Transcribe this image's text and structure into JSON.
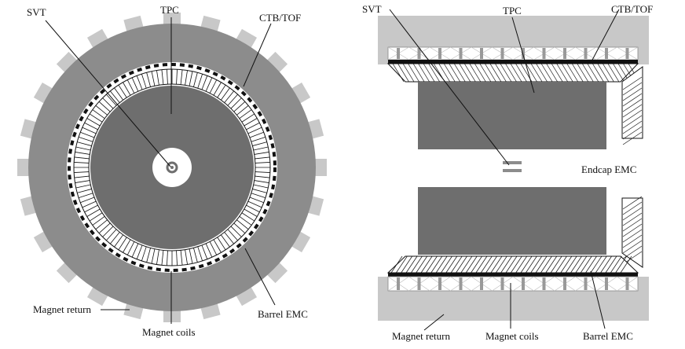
{
  "colors": {
    "return_yoke": "#c8c8c8",
    "coil_ring": "#8c8c8c",
    "tpc": "#6e6e6e",
    "emc_line": "#222222",
    "background": "#ffffff"
  },
  "end_view": {
    "labels": {
      "svt": "SVT",
      "tpc": "TPC",
      "ctb_tof": "CTB/TOF",
      "magnet_return": "Magnet return",
      "magnet_coils": "Magnet coils",
      "barrel_emc": "Barrel EMC"
    }
  },
  "side_view": {
    "labels": {
      "svt": "SVT",
      "tpc": "TPC",
      "ctb_tof": "CTB/TOF",
      "endcap_emc": "Endcap EMC",
      "magnet_return": "Magnet return",
      "magnet_coils": "Magnet coils",
      "barrel_emc": "Barrel EMC"
    }
  }
}
